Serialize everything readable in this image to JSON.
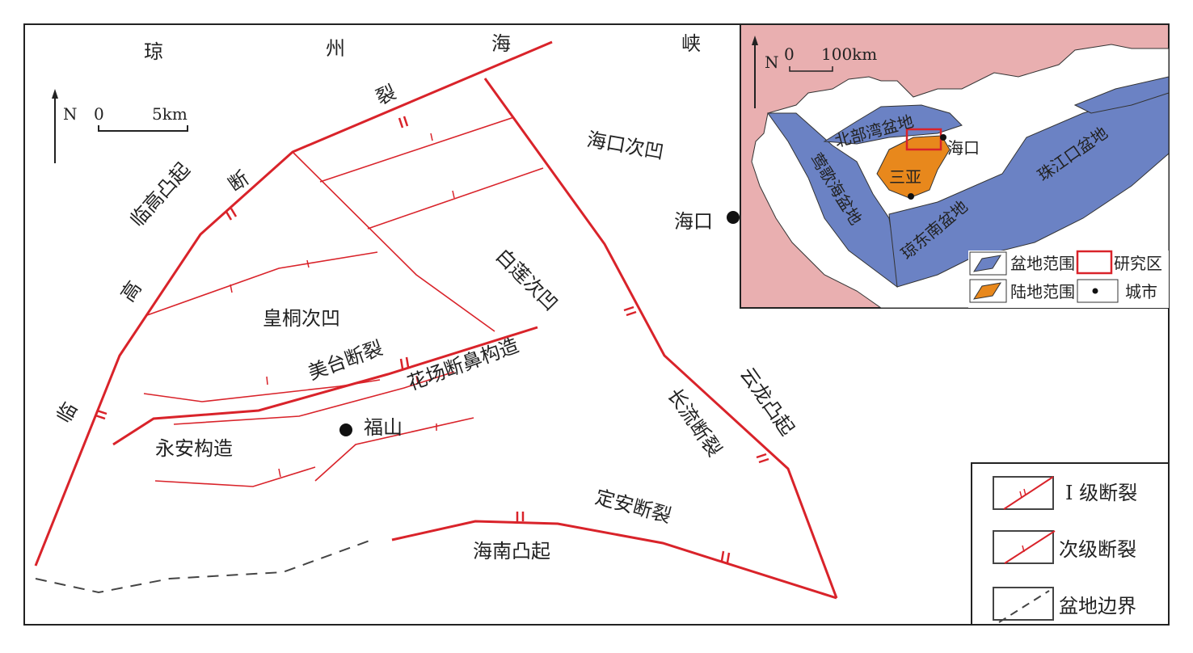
{
  "colors": {
    "fault": "#d9232a",
    "basin": "#6b82c4",
    "land": "#e8881c",
    "sea_land": "#e9afb0",
    "border": "#222222"
  },
  "main_map": {
    "scale": {
      "north": "N",
      "zero": "0",
      "distance": "5km"
    },
    "strait_chars": [
      "琼",
      "州",
      "海",
      "峡"
    ],
    "lingao_fault_chars": [
      "裂",
      "断",
      "高",
      "临"
    ],
    "labels": {
      "lingao_uplift": "临高凸起",
      "haikou_sag": "海口次凹",
      "haikou_city": "海口",
      "bailian_sag": "白莲次凹",
      "huangtong_sag": "皇桐次凹",
      "meitai_fault": "美台断裂",
      "huachang_structure": "花场断鼻构造",
      "fushan": "福山",
      "yongan_structure": "永安构造",
      "changliu_fault": "长流断裂",
      "yunlong_uplift": "云龙凸起",
      "dingan_fault": "定安断裂",
      "hainan_uplift": "海南凸起"
    }
  },
  "inset": {
    "scale": {
      "north": "N",
      "zero": "0",
      "distance": "100km"
    },
    "labels": {
      "beibuwan": "北部湾盆地",
      "yinggehai": "莺歌海盆地",
      "qiongdongnan": "琼东南盆地",
      "zhujiangkou": "珠江口盆地",
      "haikou": "海口",
      "sanya": "三亚"
    },
    "legend": {
      "basin": "盆地范围",
      "study_area": "研究区",
      "land": "陆地范围",
      "city": "城市"
    }
  },
  "legend": {
    "major_fault": "I 级断裂",
    "secondary_fault": "次级断裂",
    "basin_boundary": "盆地边界"
  }
}
